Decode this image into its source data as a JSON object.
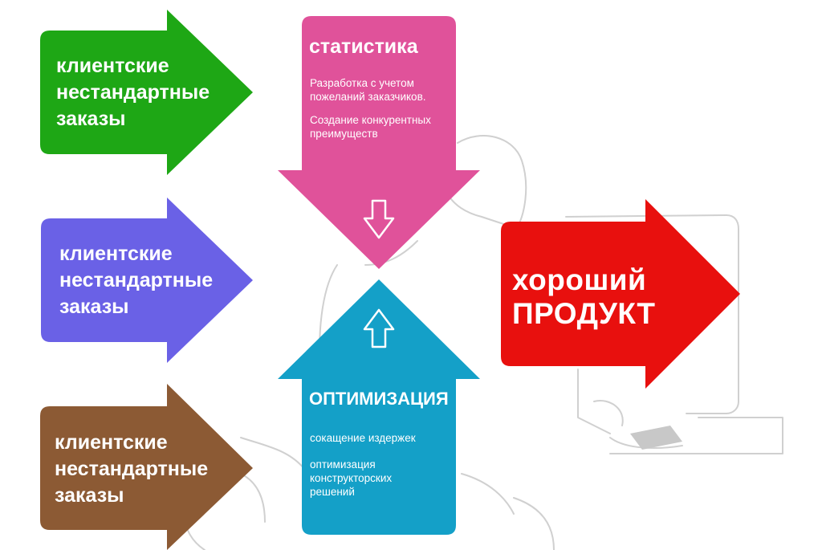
{
  "colors": {
    "green": "#1ea715",
    "violet": "#6a61e6",
    "brown": "#8c5a34",
    "pink": "#e0529a",
    "blue": "#14a0c8",
    "red": "#e8100e",
    "sketch": "#d0d0d0"
  },
  "left_arrows": [
    {
      "lines": [
        "клиентские",
        "нестандартные",
        "заказы"
      ]
    },
    {
      "lines": [
        "клиентские",
        "нестандартные",
        "заказы"
      ]
    },
    {
      "lines": [
        "клиентские",
        "нестандартные",
        "заказы"
      ]
    }
  ],
  "statistics": {
    "title": "статистика",
    "line1": "Разработка с учетом",
    "line2": "пожеланий заказчиков.",
    "line3": "Создание конкурентных",
    "line4": "преимуществ"
  },
  "optimization": {
    "title": "ОПТИМИЗАЦИЯ",
    "line1": "сокащение издержек",
    "line2": "оптимизация",
    "line3": "конструкторских",
    "line4": "решений"
  },
  "product": {
    "line1": "хороший",
    "line2": "ПРОДУКТ"
  },
  "icons": {
    "down": "down-arrow-outline-icon",
    "up": "up-arrow-outline-icon"
  }
}
